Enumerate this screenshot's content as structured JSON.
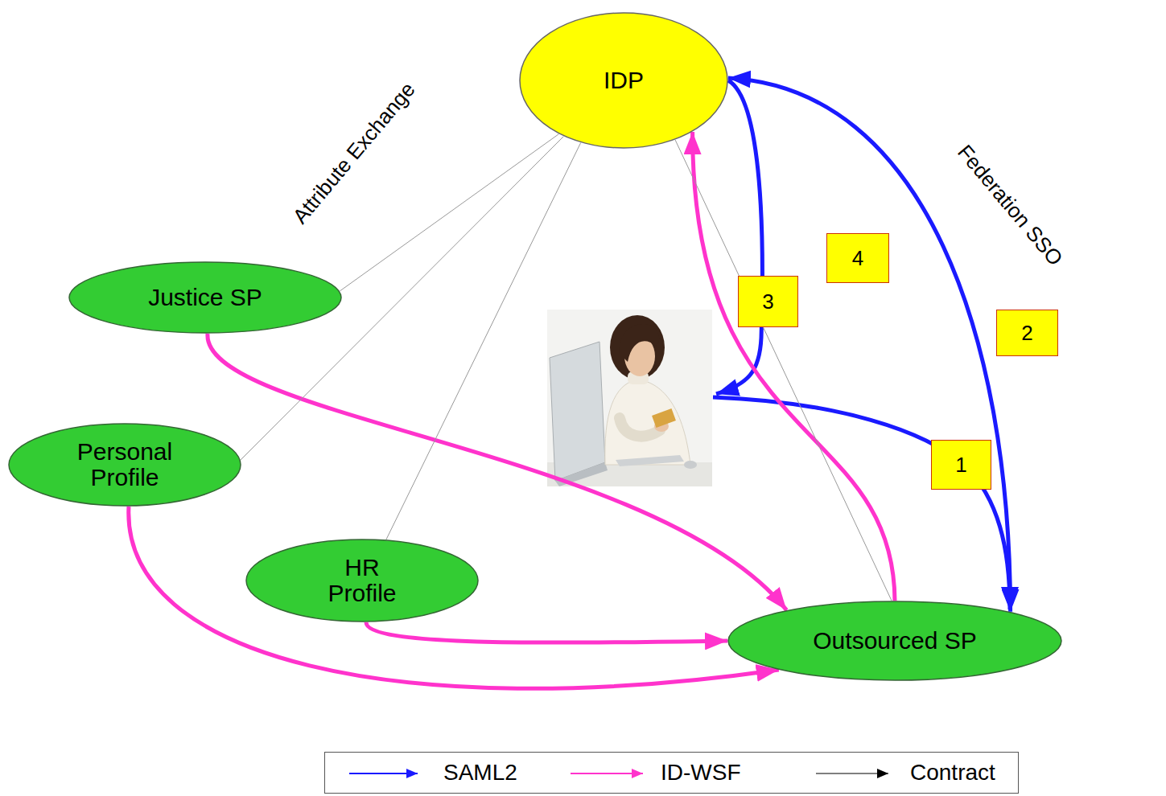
{
  "diagram": {
    "nodes": [
      {
        "text": [
          "Attribute Exchange"
        ]
      },
      {
        "text": [
          "Federation SSO"
        ]
      },
      {
        "text": [
          "IDP"
        ]
      },
      {
        "text": [
          "Justice SP"
        ],
        "in": 0
      },
      {
        "text": [
          "Personal Profile"
        ],
        "in": 0
      },
      {
        "text": [
          "HR Profile"
        ],
        "in": 0
      },
      {
        "text": [
          "Outsourced SP"
        ],
        "in": 1
      }
    ],
    "edges": [
      {
        "from": 2,
        "to": 6,
        "arrow": "both"
      },
      {
        "from": 6,
        "to": 2,
        "arrow": "to"
      },
      {
        "from": 3,
        "to": 6,
        "arrow": "to"
      },
      {
        "from": 5,
        "to": 6,
        "arrow": "to"
      },
      {
        "from": 4,
        "to": 6,
        "arrow": "to"
      },
      {
        "from": 2,
        "to": 3,
        "arrow": "none"
      },
      {
        "from": 2,
        "to": 4,
        "arrow": "none"
      },
      {
        "from": 2,
        "to": 5,
        "arrow": "none"
      },
      {
        "from": 2,
        "to": 6,
        "arrow": "none"
      }
    ],
    "labels": [
      "1",
      "2",
      "3",
      "4"
    ],
    "legend": [
      {
        "text": "SAML2"
      },
      {
        "text": "ID-WSF"
      },
      {
        "text": "Contract"
      }
    ]
  }
}
